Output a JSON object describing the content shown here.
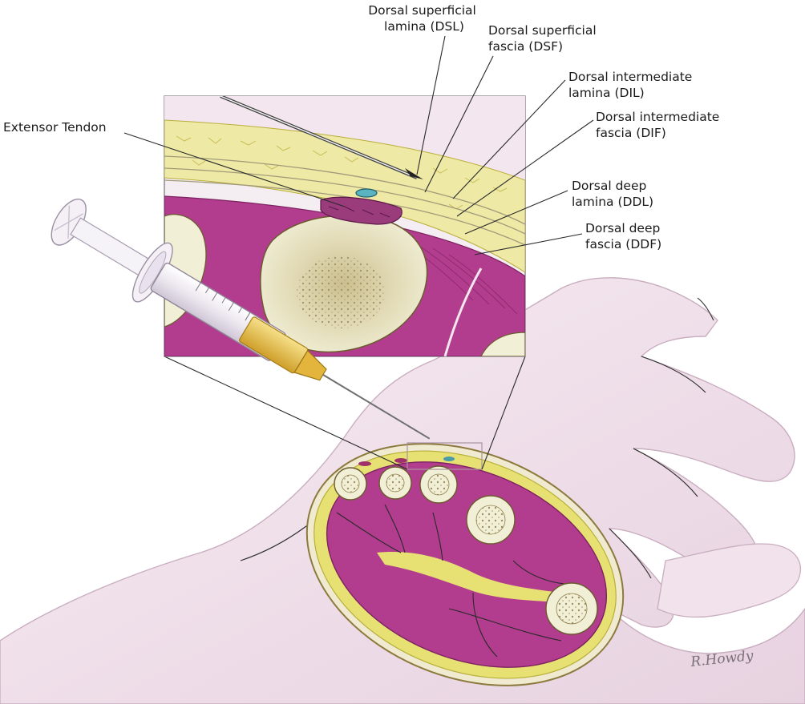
{
  "labels": {
    "dsl": [
      "Dorsal superficial",
      "lamina (DSL)"
    ],
    "dsf": [
      "Dorsal superficial",
      "fascia (DSF)"
    ],
    "dil": [
      "Dorsal intermediate",
      "lamina (DIL)"
    ],
    "dif": [
      "Dorsal intermediate",
      "fascia (DIF)"
    ],
    "ddl": [
      "Dorsal deep",
      "lamina (DDL)"
    ],
    "ddf": [
      "Dorsal deep",
      "fascia (DDF)"
    ],
    "extensor": "Extensor Tendon"
  },
  "signature": "R.Howdy",
  "colors": {
    "skin": "#f3e3ee",
    "skin_shadow": "#dcc3d4",
    "fat": "#efe9a6",
    "muscle": "#b23d8e",
    "muscle_dark": "#8e2a70",
    "bone": "#ecebd0",
    "marrow": "#c9bf95",
    "syringe_fluid": "#e8c64f"
  }
}
